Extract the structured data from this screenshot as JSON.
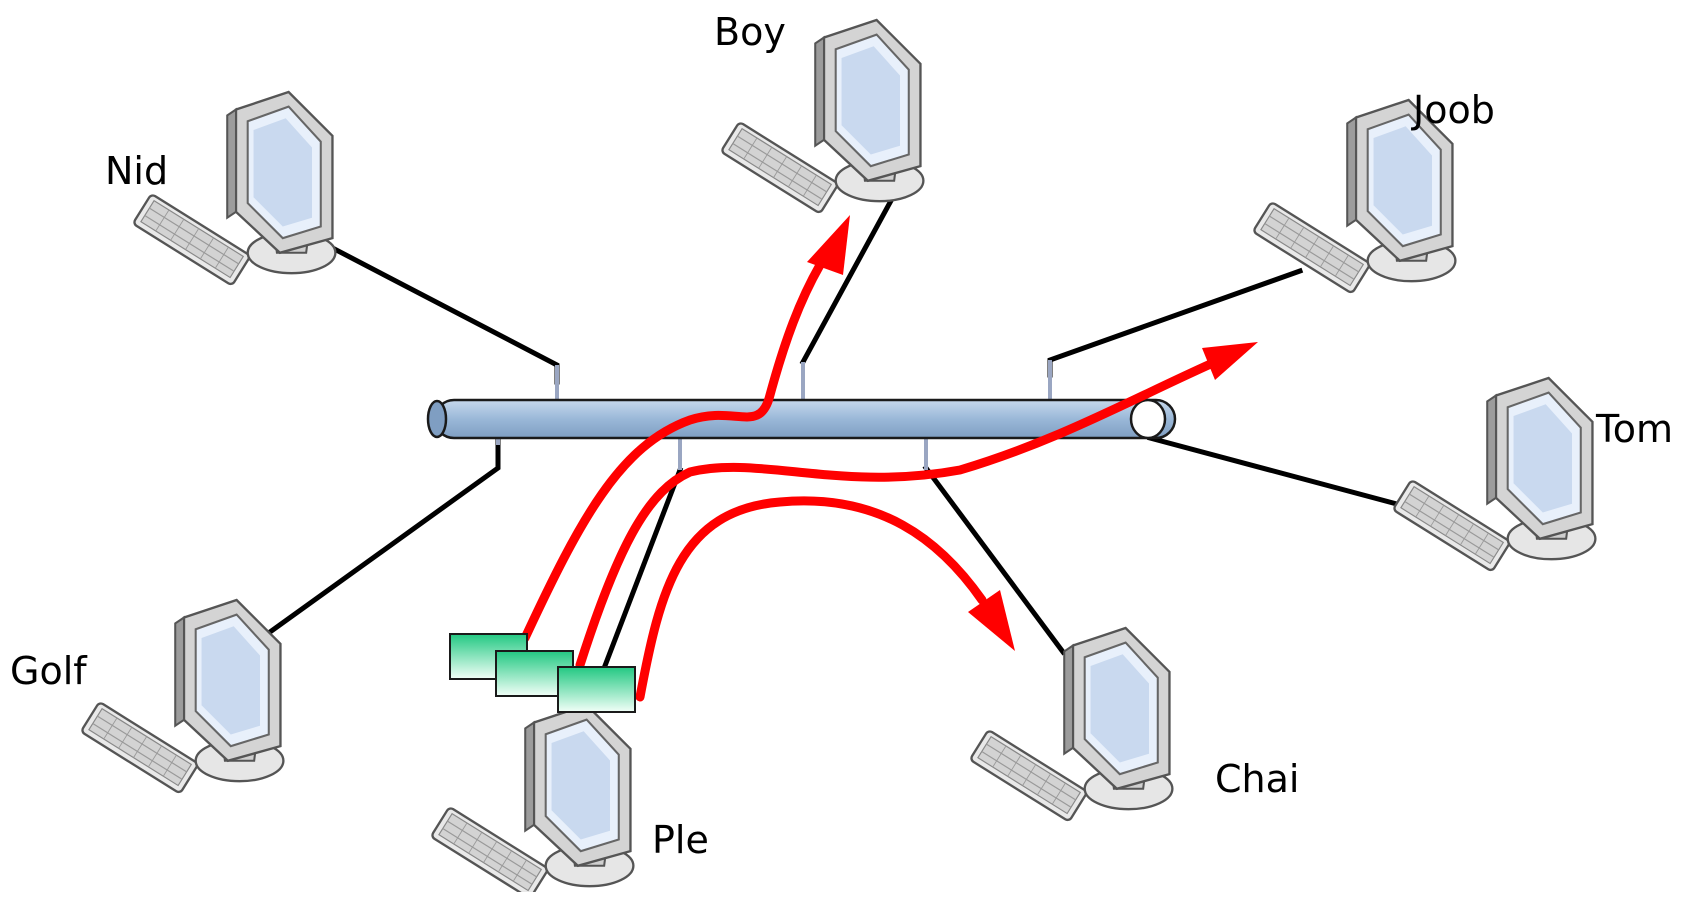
{
  "diagram": {
    "nodes": [
      {
        "id": "nid",
        "label": "Nid",
        "icon": "desktop-computer-icon"
      },
      {
        "id": "boy",
        "label": "Boy",
        "icon": "desktop-computer-icon"
      },
      {
        "id": "joob",
        "label": "Joob",
        "icon": "desktop-computer-icon"
      },
      {
        "id": "tom",
        "label": "Tom",
        "icon": "desktop-computer-icon"
      },
      {
        "id": "golf",
        "label": "Golf",
        "icon": "desktop-computer-icon"
      },
      {
        "id": "ple",
        "label": "Ple",
        "icon": "desktop-computer-icon"
      },
      {
        "id": "chai",
        "label": "Chai",
        "icon": "desktop-computer-icon"
      }
    ],
    "bus": {
      "kind": "shared-bus-cable",
      "color": "#9ab8d8"
    },
    "flows": [
      {
        "from": "ple",
        "to": "boy",
        "color": "#ff0000"
      },
      {
        "from": "ple",
        "to": "joob",
        "color": "#ff0000"
      },
      {
        "from": "ple",
        "to": "chai",
        "color": "#ff0000"
      }
    ],
    "packets": {
      "count": 3,
      "color": "#3ed39a",
      "icon": "data-packet-icon"
    },
    "colors": {
      "link": "#000000",
      "flow": "#ff0000",
      "bus": "#9ab8d8"
    }
  }
}
